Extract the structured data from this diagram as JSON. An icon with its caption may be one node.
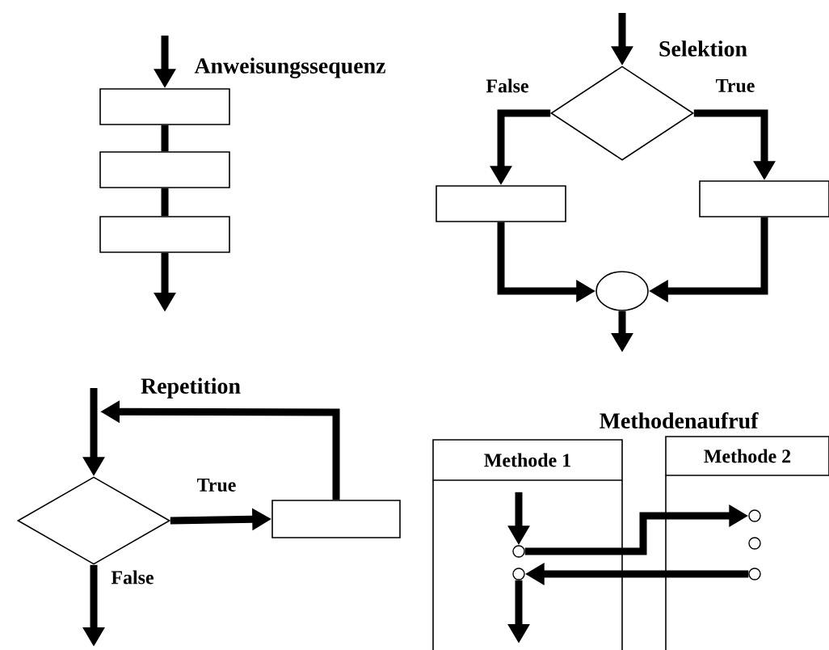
{
  "diagram": {
    "nodes": [
      {
        "text": [],
        "shape": "box"
      },
      {
        "text": [],
        "shape": "box"
      },
      {
        "text": [],
        "shape": "box"
      },
      {
        "text": [],
        "shape": "diamond"
      },
      {
        "text": [],
        "shape": "box"
      },
      {
        "text": [],
        "shape": "box"
      },
      {
        "text": [],
        "shape": "circle"
      },
      {
        "text": [],
        "shape": "diamond"
      },
      {
        "text": [],
        "shape": "box"
      },
      {
        "text": [
          "Methode 1"
        ]
      },
      {
        "text": [
          "Methode 2"
        ]
      },
      {
        "text": [],
        "shape": "circle"
      },
      {
        "text": [],
        "shape": "circle"
      },
      {
        "text": [],
        "shape": "circle"
      },
      {
        "text": [],
        "shape": "circle"
      },
      {
        "text": [],
        "shape": "circle"
      }
    ],
    "edges": [
      {
        "from": null,
        "to": 0,
        "arrow": "to"
      },
      {
        "from": 0,
        "to": 1,
        "arrow": "none"
      },
      {
        "from": 1,
        "to": 2,
        "arrow": "none"
      },
      {
        "from": 2,
        "to": null,
        "arrow": "to"
      },
      {
        "from": null,
        "to": 3,
        "arrow": "to"
      },
      {
        "from": 3,
        "to": 4,
        "arrow": "to",
        "label": "False"
      },
      {
        "from": 3,
        "to": 5,
        "arrow": "to",
        "label": "True"
      },
      {
        "from": 4,
        "to": 6,
        "arrow": "to"
      },
      {
        "from": 5,
        "to": 6,
        "arrow": "to"
      },
      {
        "from": 6,
        "to": null,
        "arrow": "to"
      },
      {
        "from": null,
        "to": 7,
        "arrow": "to"
      },
      {
        "from": 7,
        "to": 8,
        "arrow": "to",
        "label": "True"
      },
      {
        "from": 8,
        "to": 7,
        "arrow": "to"
      },
      {
        "from": 7,
        "to": null,
        "arrow": "to",
        "label": "False"
      },
      {
        "from": 9,
        "to": 11,
        "arrow": "to"
      },
      {
        "from": 11,
        "to": 13,
        "arrow": "to"
      },
      {
        "from": 15,
        "to": 12,
        "arrow": "to"
      },
      {
        "from": 12,
        "to": null,
        "arrow": "to"
      }
    ],
    "labels": [
      "Anweisungssequenz",
      "Selektion",
      "Repetition",
      "Methodenaufruf"
    ]
  }
}
